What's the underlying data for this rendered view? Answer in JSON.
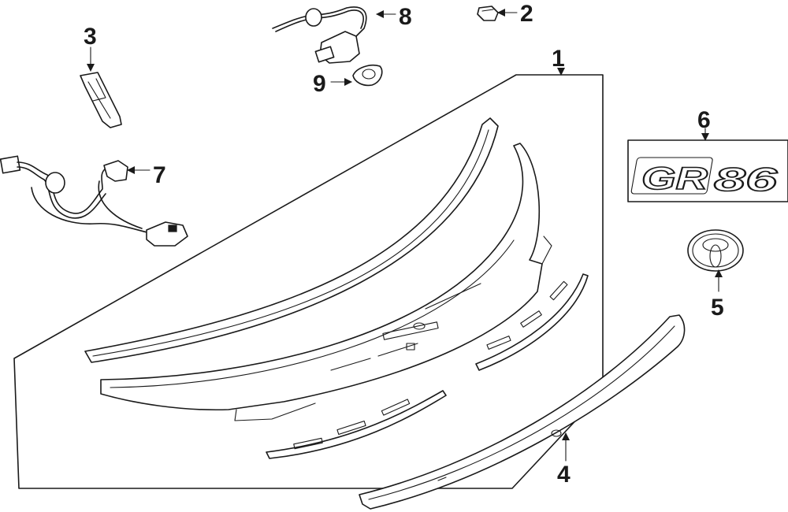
{
  "callouts": {
    "c1": "1",
    "c2": "2",
    "c3": "3",
    "c4": "4",
    "c5": "5",
    "c6": "6",
    "c7": "7",
    "c8": "8",
    "c9": "9"
  },
  "emblem": {
    "gr": "GR",
    "model": "86"
  }
}
